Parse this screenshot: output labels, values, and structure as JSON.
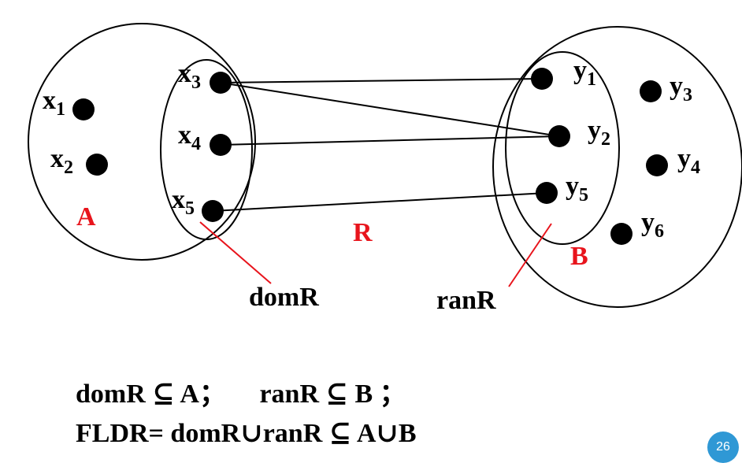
{
  "sets": {
    "A": {
      "label": "A"
    },
    "B": {
      "label": "B"
    },
    "domR": {
      "label": "domR"
    },
    "ranR": {
      "label": "ranR"
    },
    "relation": {
      "label": "R"
    }
  },
  "elements_A": [
    {
      "base": "x",
      "sub": "1"
    },
    {
      "base": "x",
      "sub": "2"
    },
    {
      "base": "x",
      "sub": "3"
    },
    {
      "base": "x",
      "sub": "4"
    },
    {
      "base": "x",
      "sub": "5"
    }
  ],
  "elements_B": [
    {
      "base": "y",
      "sub": "1"
    },
    {
      "base": "y",
      "sub": "2"
    },
    {
      "base": "y",
      "sub": "3"
    },
    {
      "base": "y",
      "sub": "4"
    },
    {
      "base": "y",
      "sub": "5"
    },
    {
      "base": "y",
      "sub": "6"
    }
  ],
  "relation_pairs": [
    [
      "x3",
      "y1"
    ],
    [
      "x3",
      "y2"
    ],
    [
      "x4",
      "y2"
    ],
    [
      "x5",
      "y5"
    ]
  ],
  "formulas": {
    "line1": "domR ⊆ A；     ranR ⊆ B ；",
    "line2": "FLDR= domR∪ranR ⊆ A∪B"
  },
  "page_number": "26",
  "colors": {
    "accent_red": "#e8141c",
    "badge_blue": "#2f98d5"
  }
}
